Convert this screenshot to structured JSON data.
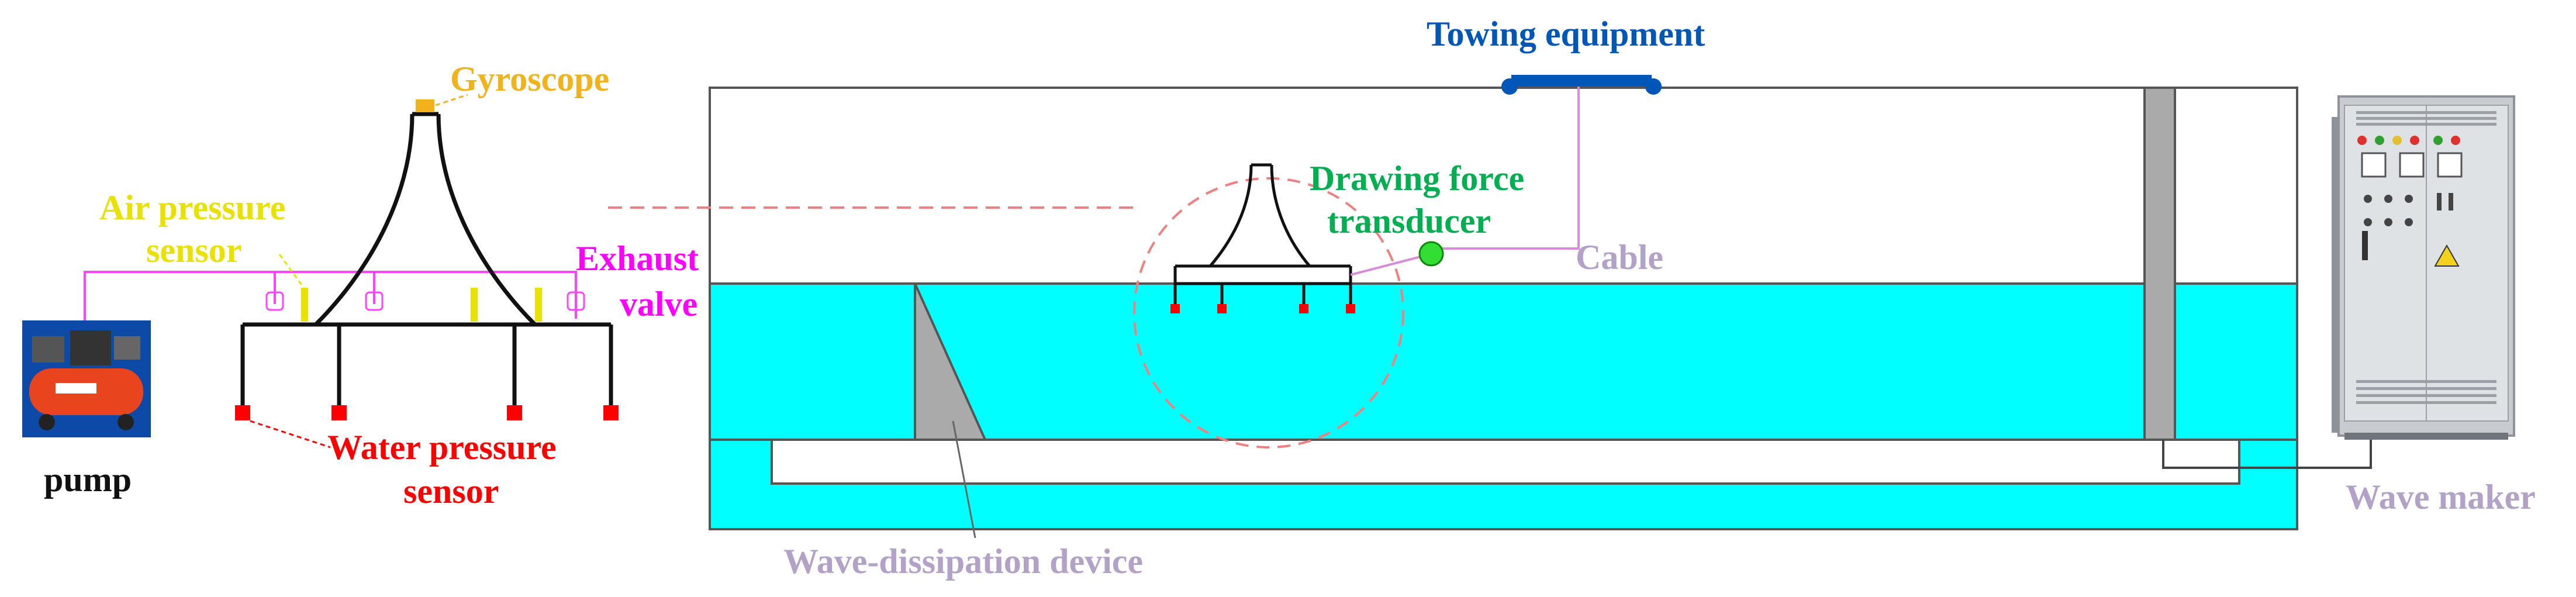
{
  "labels": {
    "towing_equipment": "Towing equipment",
    "gyroscope": "Gyroscope",
    "air_pressure_sensor_line1": "Air pressure",
    "air_pressure_sensor_line2": "sensor",
    "exhaust_valve_line1": "Exhaust",
    "exhaust_valve_line2": "valve",
    "drawing_force_transducer_line1": "Drawing force",
    "drawing_force_transducer_line2": "transducer",
    "cable": "Cable",
    "water_pressure_sensor_line1": "Water pressure",
    "water_pressure_sensor_line2": "sensor",
    "pump": "pump",
    "wave_dissipation_device": "Wave-dissipation device",
    "wave_maker": "Wave maker"
  },
  "colors": {
    "water": "#00ffff",
    "towing": "#0057b8",
    "gyroscope": "#f2b21c",
    "air_sensor": "#e9e100",
    "exhaust": "#ff00ff",
    "transducer": "#00b050",
    "cable": "#b3a2c7",
    "water_sensor": "#ff0000",
    "dissipation": "#aaaaaa",
    "dashed": "#f08080",
    "pump_body": "#e8451e",
    "cabinet": "#c9cccf"
  }
}
